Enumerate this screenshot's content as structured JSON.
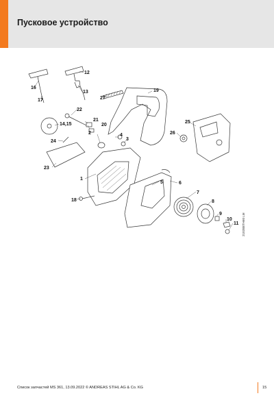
{
  "header": {
    "title": "Пусковое устройство",
    "accent_color": "#f37a1f"
  },
  "diagram": {
    "callouts": {
      "c1": "1",
      "c2": "2",
      "c3": "3",
      "c4": "4",
      "c5": "5",
      "c6": "6",
      "c7": "7",
      "c8": "8",
      "c9": "9",
      "c10": "10",
      "c11": "11",
      "c12": "12",
      "c13": "13",
      "c14_15": "14,15",
      "c16": "16",
      "c17": "17",
      "c18": "18",
      "c19": "19",
      "c20": "20",
      "c21": "21",
      "c22": "22",
      "c23": "23",
      "c24": "24",
      "c25": "25",
      "c26": "26",
      "c27": "27"
    },
    "drawing_code": "2102BBTH60 LM"
  },
  "footer": {
    "text": "Список запчастей MS 361, 13.09.2022 © ANDREAS STIHL AG & Co. KG",
    "page_number": "15"
  }
}
